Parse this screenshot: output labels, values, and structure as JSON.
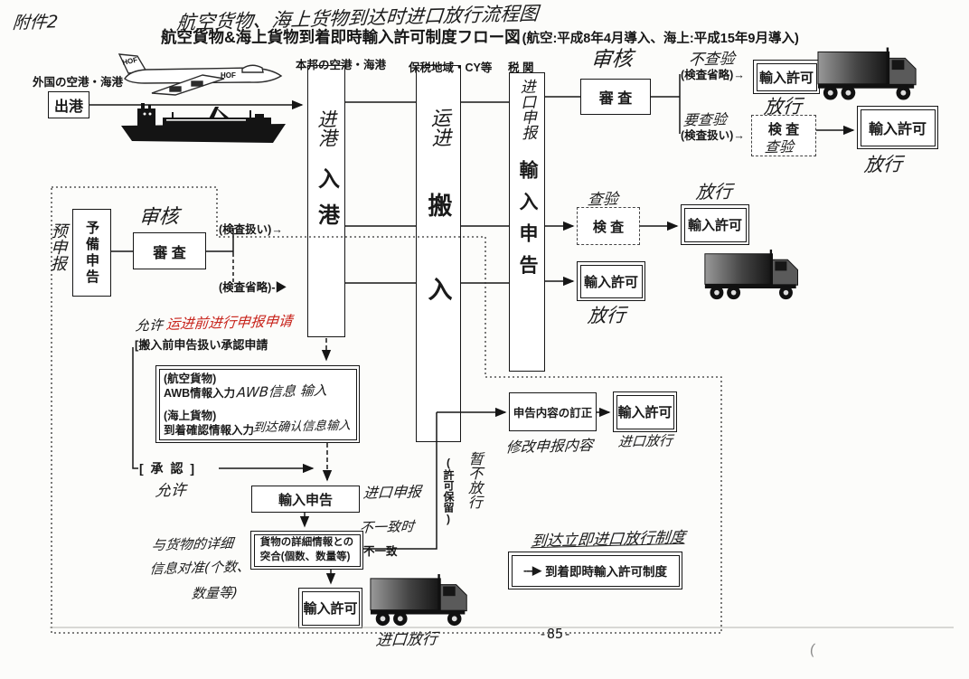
{
  "page": {
    "attachment": "附件2",
    "handwritten_title": "航空货物、海上货物到达时进口放行流程图",
    "title": "航空貨物&海上貨物到着即時輸入許可制度フロー図",
    "title_note": "(航空:平成8年4月導入、海上:平成15年9月導入)",
    "page_number": "-85-",
    "stray_mark": "("
  },
  "regions": {
    "foreign_port": "外国の空港・海港",
    "domestic_port": "本邦の空港・海港",
    "bonded_area": "保税地域・CY等",
    "customs": "税 関"
  },
  "columns": {
    "arrival": {
      "hw": "进港",
      "label": "入港"
    },
    "carry_in": {
      "hw": "运进",
      "label": "搬入"
    },
    "import_declaration": {
      "hw": "进口申报",
      "label": "輸入申告"
    }
  },
  "boxes": {
    "departure": "出港",
    "examination": "審 査",
    "preliminary_declaration": "予備申告",
    "inspection": "検 査",
    "import_permit": "輸入許可",
    "import_declaration": "輸入申告",
    "awb": {
      "l1": "(航空貨物)",
      "l2": "AWB情報入力",
      "l3": "(海上貨物)",
      "l4": "到着確認情報入力"
    },
    "matching": {
      "l1": "貨物の詳細情報との",
      "l2": "突合(個数、数量等)"
    },
    "correction": "申告内容の訂正",
    "legend_arrow": "---▶",
    "legend_label": "到着即時輸入許可制度"
  },
  "path_labels": {
    "inspection_omitted_right": "(検査省略)→",
    "inspection_required_right": "(検査扱い)→",
    "inspection_required_left": "(検査扱い)→",
    "inspection_omitted_left": "(検査省略)-▶",
    "pre_carry_in_application": "[搬入前申告扱い承認申請",
    "approval": "[ 承 認 ]",
    "mismatch": "不一致",
    "permit_withheld": "(許可保留)"
  },
  "handwritten": {
    "review": "审核",
    "no_inspection": "不查验",
    "inspection_needed": "要查验",
    "release": "放行",
    "inspection_cn": "查验",
    "pre_declaration": "预申报",
    "permit_cn": "允许",
    "red_note": "运进前进行申报申请",
    "awb_info_input": "AWB信息 输入",
    "arrival_confirm_input": "到达确认信息输入",
    "import_declaration_cn": "进口申报",
    "import_release": "进口放行",
    "mismatch_case": "不一致时",
    "withhold_release": "暂不放行",
    "correction_cn": "修改申报内容",
    "matching_note_1": "与货物的详细",
    "matching_note_2": "信息对准(个数、",
    "matching_note_3": "数量等)",
    "system_cn": "到达立即进口放行制度"
  },
  "decorations": {
    "plane_marking": "HOF"
  }
}
